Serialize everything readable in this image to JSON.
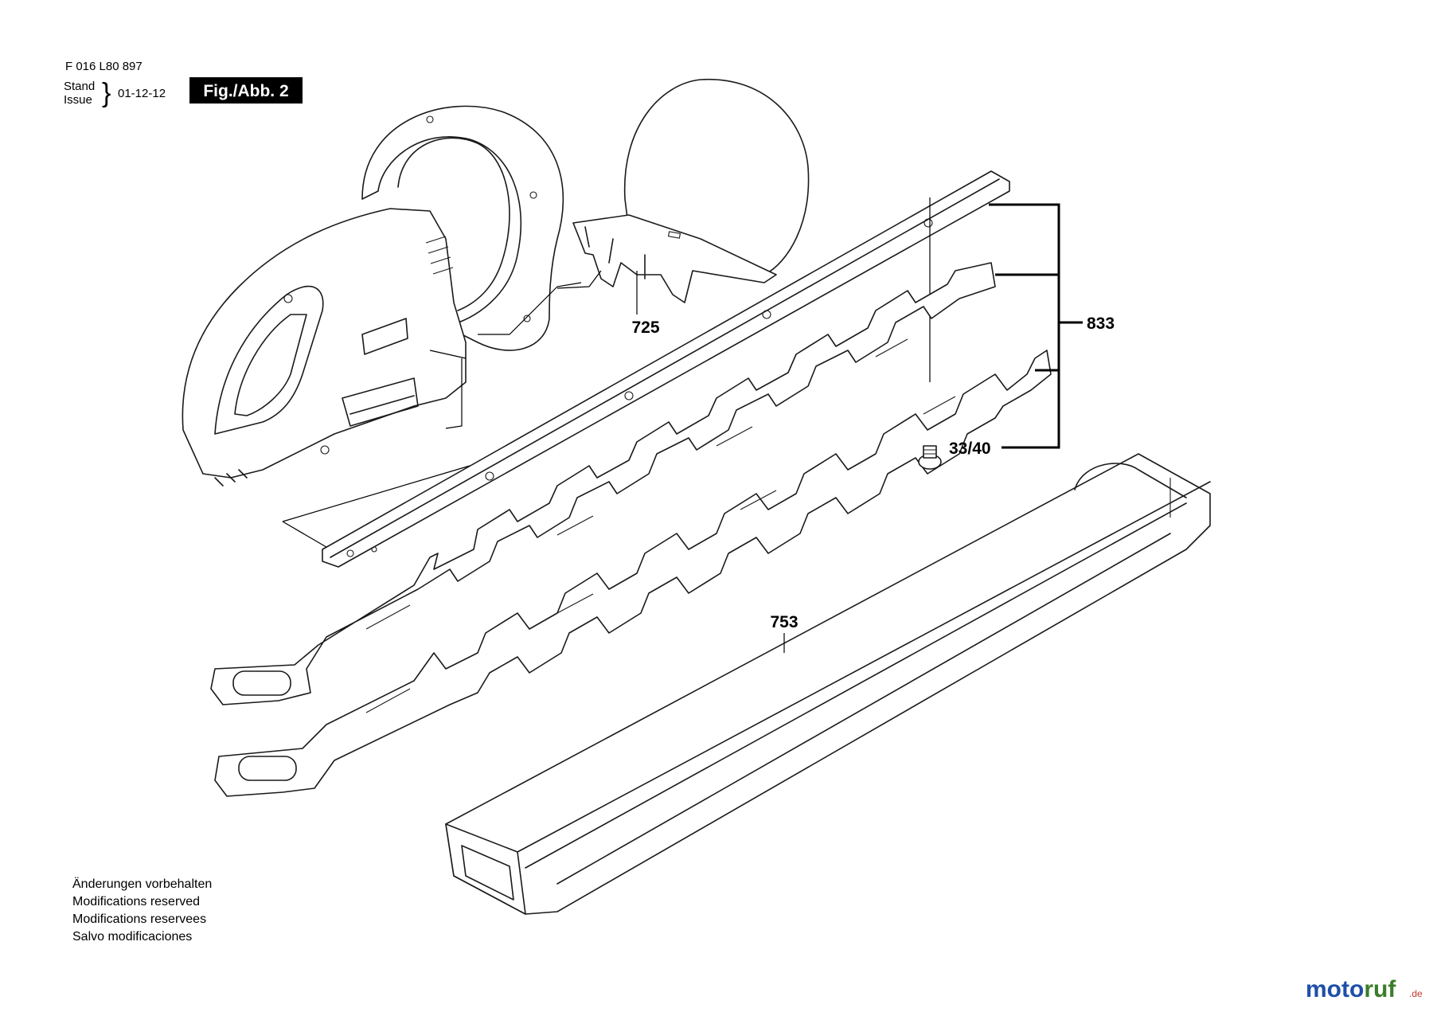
{
  "header": {
    "doc_number": "F 016 L80 897",
    "stand_label": "Stand",
    "issue_label": "Issue",
    "date": "01-12-12",
    "figure_label": "Fig./Abb. 2"
  },
  "callouts": {
    "p725": "725",
    "p833": "833",
    "p3340": "33/40",
    "p753": "753"
  },
  "notes": [
    "Änderungen vorbehalten",
    "Modifications reserved",
    "Modifications reservees",
    "Salvo modificaciones"
  ],
  "watermark": {
    "brand": "motoruf",
    "tld": ".de",
    "colors": [
      "#1f4fa8",
      "#3a7d2a",
      "#c0392b"
    ]
  }
}
